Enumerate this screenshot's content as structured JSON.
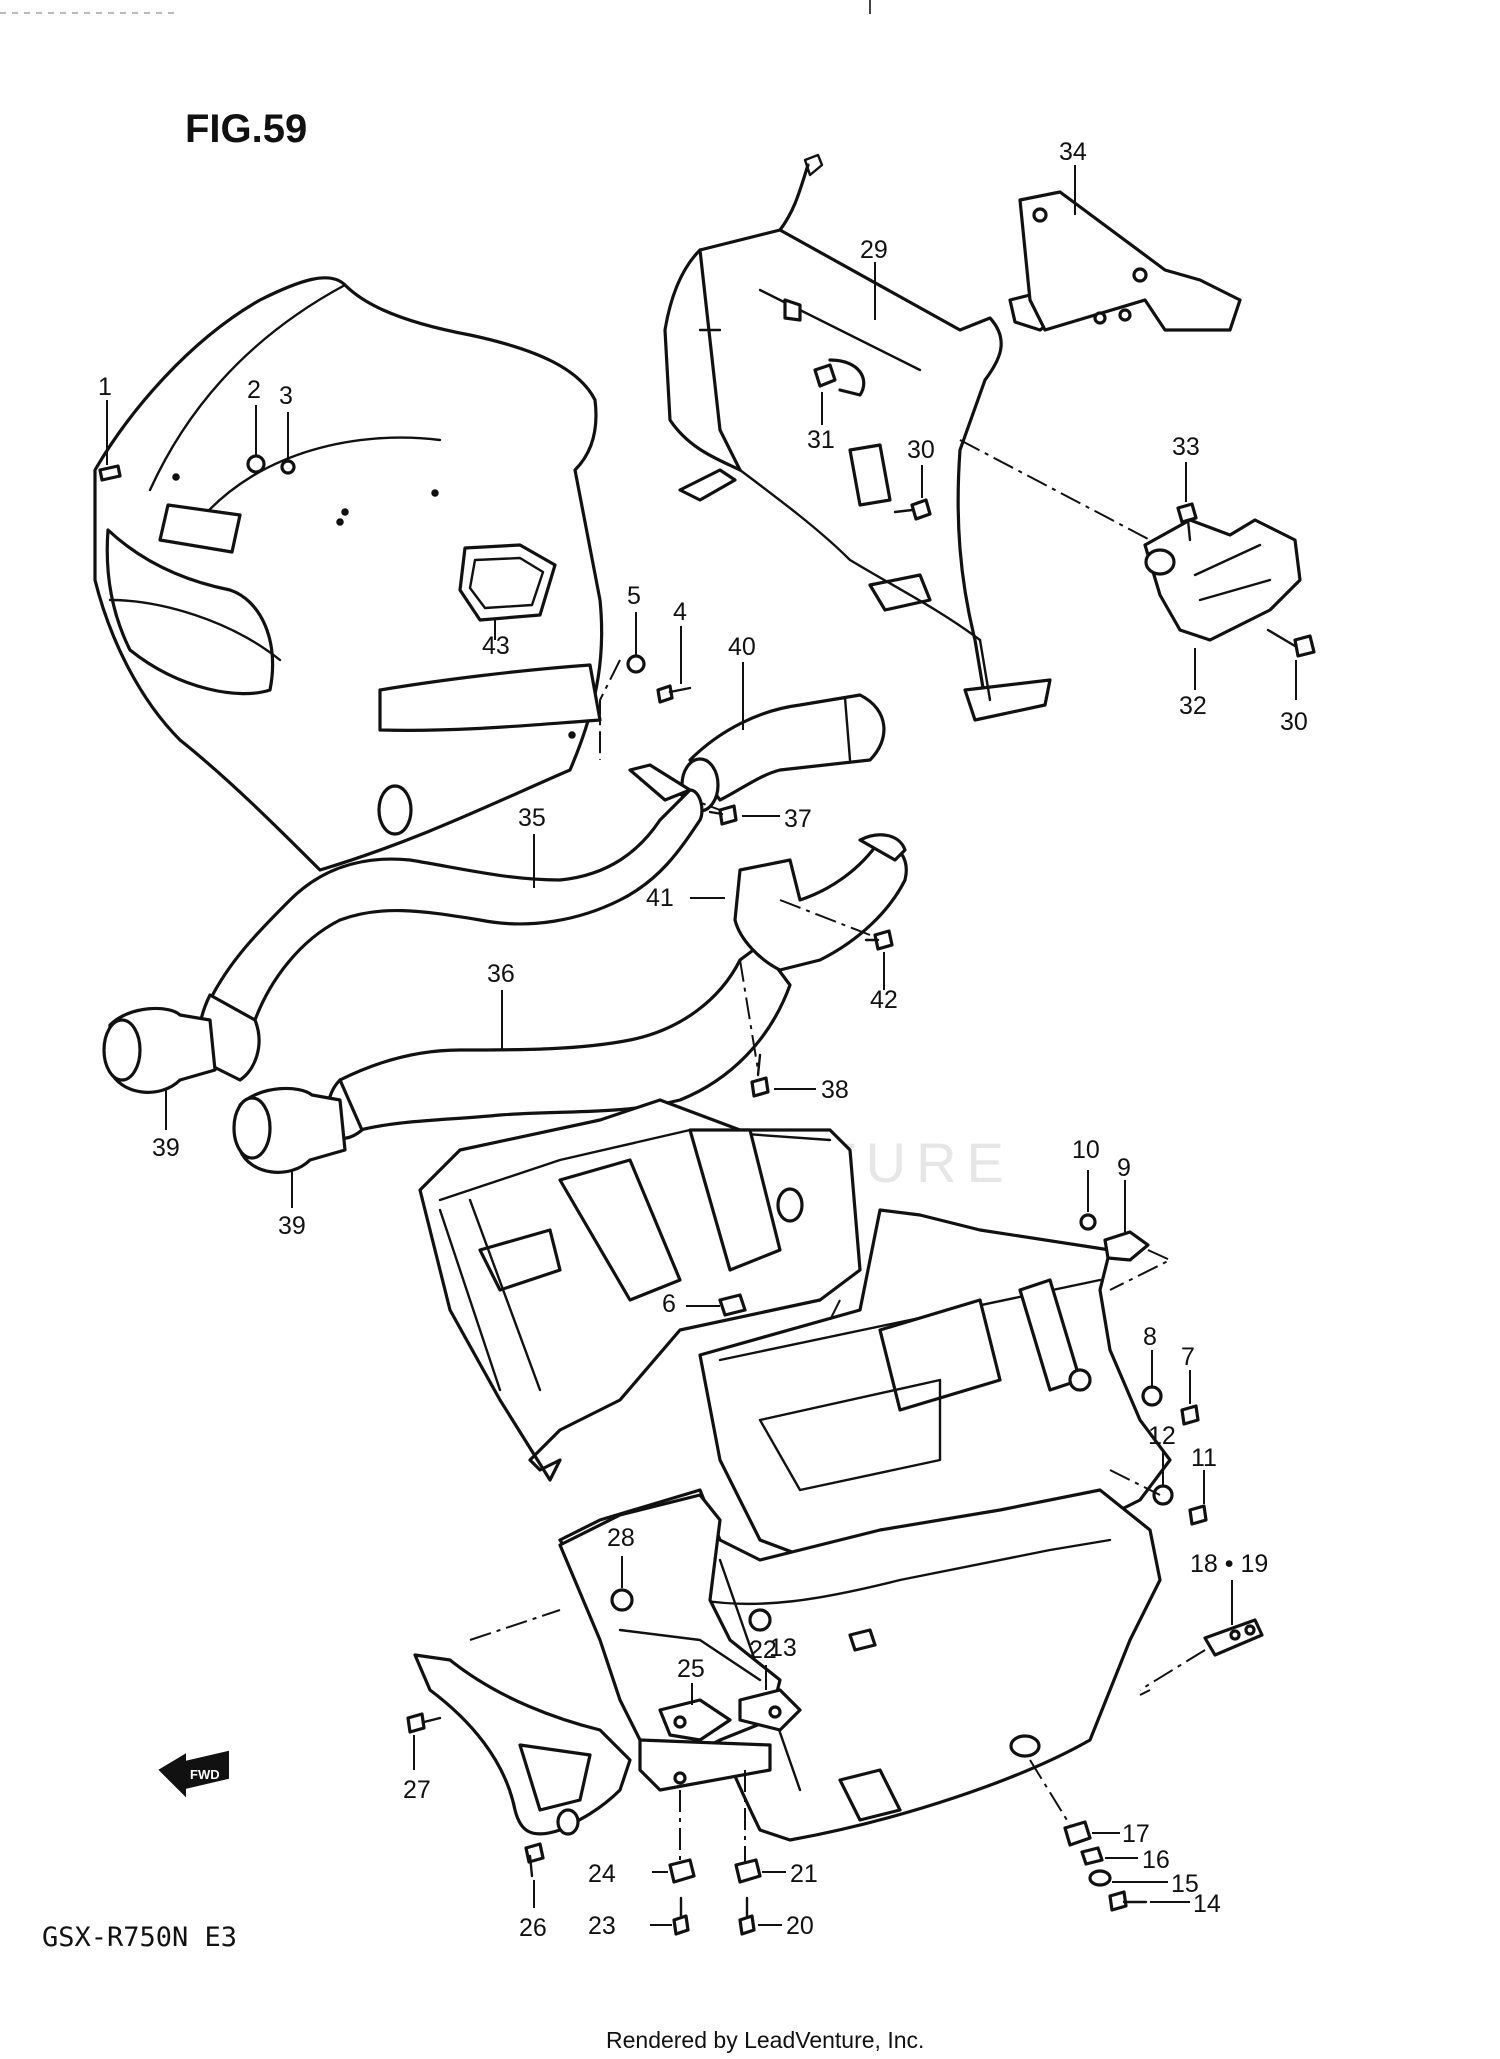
{
  "figure_title": "FIG.59",
  "model_code": "GSX-R750N E3",
  "footer_text": "Rendered by LeadVenture, Inc.",
  "watermark_text": "LEADVENTURE",
  "fwd_label": "FWD",
  "callouts": [
    "1",
    "2",
    "3",
    "4",
    "5",
    "6",
    "7",
    "8",
    "9",
    "10",
    "11",
    "12",
    "13",
    "14",
    "15",
    "16",
    "17",
    "18 • 19",
    "20",
    "21",
    "22",
    "23",
    "24",
    "25",
    "26",
    "27",
    "28",
    "29",
    "30",
    "30",
    "31",
    "32",
    "33",
    "34",
    "35",
    "36",
    "37",
    "38",
    "39",
    "39",
    "40",
    "41",
    "42",
    "43"
  ],
  "colors": {
    "ink": "#111111",
    "paper": "#ffffff",
    "watermark": "#e6e6e6"
  }
}
